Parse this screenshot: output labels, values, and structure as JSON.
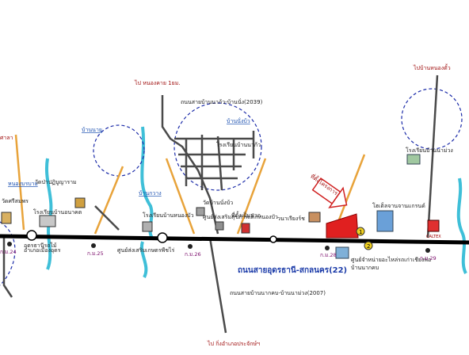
{
  "labels": {
    "top_center": "ไป หนองคาย 1ยม.",
    "top_right": "ไปบ้านหนองตั้ว",
    "road_2039": "ถนนสายบ้านนาก้ว-บ้านนั่ง(2039)",
    "main_road": "ถนนสายอุดรธานี-สกลนคร(22)",
    "road_2007": "ถนนสายบ้านนากคบ-บ้านนาม่วง(2007)",
    "bottom_center": "ไป กิ่งอำเภอประจักษ์ฯ",
    "left_top": "ศาลา",
    "village_1": "บ้านนายู",
    "village_2": "บ้านนั่งบ้ว",
    "village_3": "บ้านกวาง",
    "village_4": "หนองบรบาย",
    "village_5": "บ้านนากคบ",
    "school_1": "โรงเรียนบ้านอนาคต",
    "school_2": "โรงเรียนบ้านหนองบัว",
    "school_3": "โรงเรียนบ้านนาก้ว",
    "school_4": "โรงเรียนบ้านนาม่วง",
    "temple_1": "วัดป่าปฏิบูญาราม",
    "temple_2": "วัดบ้านนั่งบ้ว",
    "temple_3": "วัดศรีสมพร",
    "center_1": "ศูนย์ส่งเสริมสุขภาพเด็กหนองบัว",
    "center_2": "ศูนย์ส่งเสริมเกษตรพืชไร่",
    "center_3": "ศูนย์จำหน่ายอะไหล่รถเก่าเชียงพ่อ",
    "district": "อำเภอเมืองอุดร",
    "police": "อุดรธานีรถไม้",
    "plant": "ที่ตั้งเป็นมาก",
    "resort": "วนาเรียงร์ช",
    "hotel": "โฮเต็ลจานจานแกรนด์",
    "site_sign": "ที่ตั้งโครงการ",
    "caltex": "CALTEX",
    "km_24": "ก.ม.24",
    "km_25": "ก.ม.25",
    "km_26": "ก.ม.26",
    "km_28": "ก.ม.28",
    "km_29": "ก.ม.29",
    "marker_1": "1",
    "marker_2": "2"
  },
  "colors": {
    "main_road": "#000000",
    "secondary_road": "#4a4a4a",
    "dirt_road": "#e8a33a",
    "river": "#3fbfd8",
    "boundary": "#1a2aa8",
    "site": "#e02020",
    "text_blue": "#1a4fb0",
    "text_km": "#7a0a6a",
    "text_road": "#1a3aa8"
  }
}
